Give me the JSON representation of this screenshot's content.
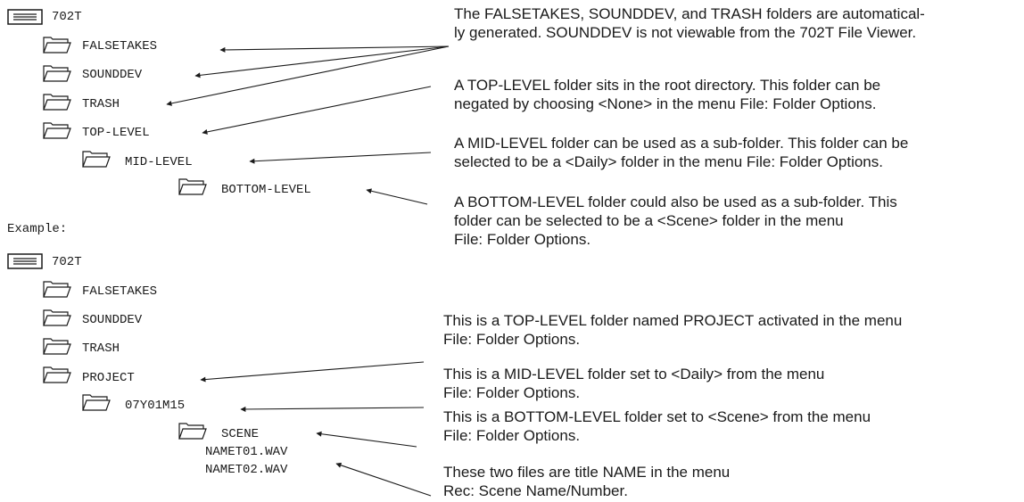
{
  "tree_top": {
    "root": "702T",
    "folders": [
      "FALSETAKES",
      "SOUNDDEV",
      "TRASH",
      "TOP-LEVEL"
    ],
    "mid": "MID-LEVEL",
    "bottom": "BOTTOM-LEVEL"
  },
  "example_label": "Example:",
  "tree_example": {
    "root": "702T",
    "folders": [
      "FALSETAKES",
      "SOUNDDEV",
      "TRASH",
      "PROJECT"
    ],
    "mid": "07Y01M15",
    "bottom": "SCENE",
    "files": [
      "NAMET01.WAV",
      "NAMET02.WAV"
    ]
  },
  "notes_top": [
    [
      "The FALSETAKES, SOUNDDEV, and TRASH folders are automatical-",
      "ly generated. SOUNDDEV is not viewable from the 702T File Viewer."
    ],
    [
      "A TOP-LEVEL folder sits in the root directory. This folder can be",
      "negated by choosing <None> in the menu File: Folder Options."
    ],
    [
      "A MID-LEVEL folder can be used as a sub-folder. This folder can be",
      "selected to be a <Daily> folder in the menu File: Folder Options."
    ],
    [
      "A BOTTOM-LEVEL folder could also be used as a sub-folder. This",
      "folder can be selected to be a <Scene> folder in the menu",
      "File: Folder Options."
    ]
  ],
  "notes_example": [
    [
      "This is a TOP-LEVEL folder named PROJECT activated in the menu",
      "File: Folder Options."
    ],
    [
      "This is a MID-LEVEL folder set to <Daily> from the menu",
      "File: Folder Options."
    ],
    [
      "This is a BOTTOM-LEVEL folder set to <Scene> from the menu",
      "File: Folder Options."
    ],
    [
      "These two files are title NAME in the menu",
      "Rec: Scene Name/Number."
    ]
  ]
}
